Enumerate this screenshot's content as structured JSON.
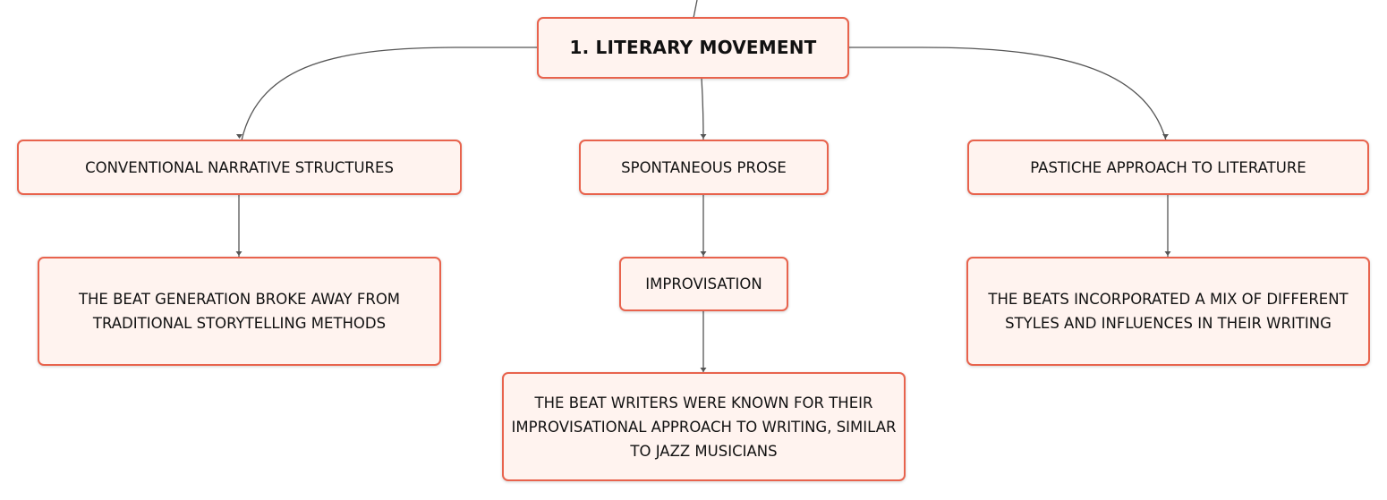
{
  "diagram": {
    "root": {
      "label": "1. LITERARY MOVEMENT"
    },
    "branches": [
      {
        "label": "CONVENTIONAL NARRATIVE STRUCTURES",
        "detail": "THE BEAT GENERATION BROKE AWAY FROM TRADITIONAL STORYTELLING METHODS"
      },
      {
        "label": "SPONTANEOUS PROSE",
        "sub_label": "IMPROVISATION",
        "detail": "THE BEAT WRITERS WERE KNOWN FOR THEIR IMPROVISATIONAL APPROACH TO WRITING, SIMILAR TO JAZZ MUSICIANS"
      },
      {
        "label": "PASTICHE APPROACH TO LITERATURE",
        "detail": "THE BEATS INCORPORATED A MIX OF DIFFERENT STYLES AND INFLUENCES IN THEIR WRITING"
      }
    ]
  },
  "colors": {
    "node_border": "#e8634d",
    "node_fill": "#fff3ef",
    "connector": "#555555"
  }
}
